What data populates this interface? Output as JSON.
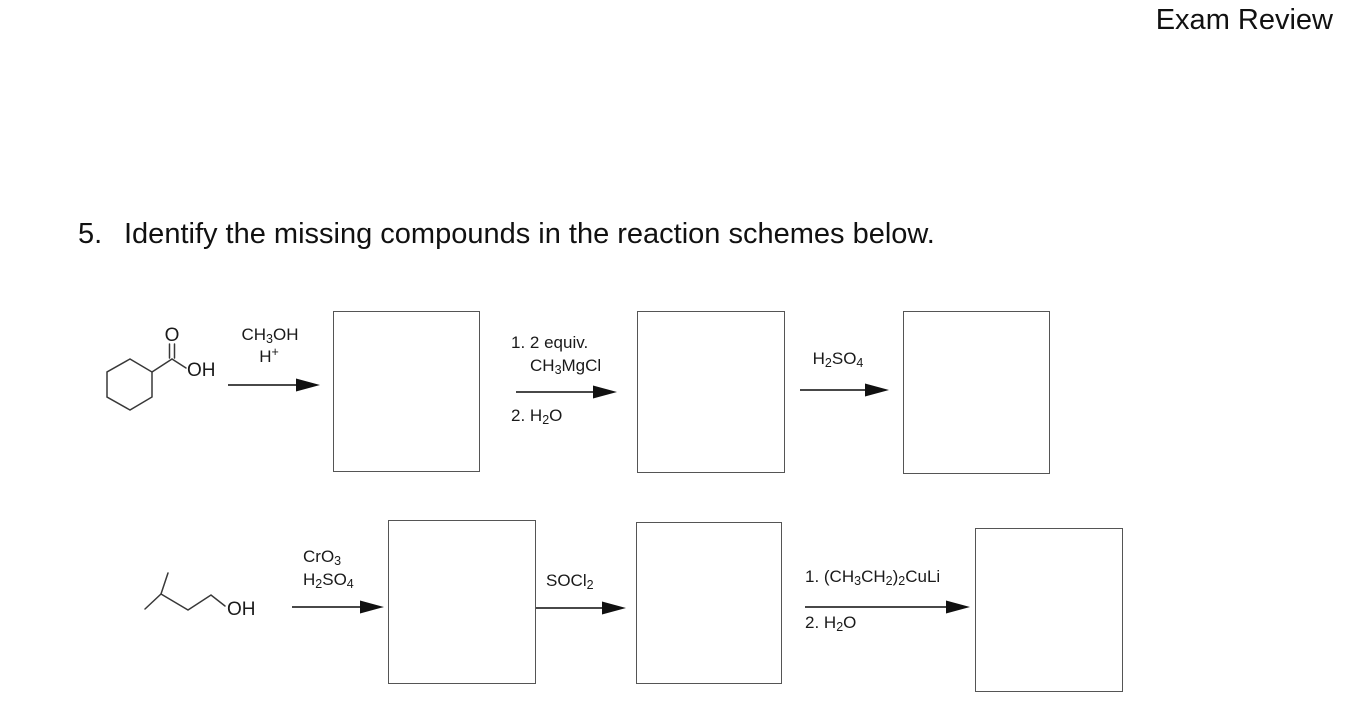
{
  "header": {
    "title": "Exam Review"
  },
  "question": {
    "number": "5.",
    "text": "Identify the missing compounds in the reaction schemes below."
  },
  "scheme1": {
    "start_structure_labels": {
      "carbonyl_o": "O",
      "acid_oh": "OH"
    },
    "step1": {
      "reagent_top": [
        [
          "CH"
        ],
        [
          "3",
          "sub"
        ],
        [
          "OH"
        ]
      ],
      "reagent_bottom": [
        [
          "H"
        ],
        [
          "+",
          "sup"
        ]
      ]
    },
    "step2": {
      "line1": [
        [
          "1. 2 equiv."
        ]
      ],
      "line2": [
        [
          "CH"
        ],
        [
          "3",
          "sub"
        ],
        [
          "MgCl"
        ]
      ],
      "line3": [
        [
          "2. H"
        ],
        [
          "2",
          "sub"
        ],
        [
          "O"
        ]
      ]
    },
    "step3": {
      "reagent": [
        [
          "H"
        ],
        [
          "2",
          "sub"
        ],
        [
          "SO"
        ],
        [
          "4",
          "sub"
        ]
      ]
    }
  },
  "scheme2": {
    "start_structure_labels": {
      "alcohol_oh": "OH"
    },
    "step1": {
      "line1": [
        [
          "CrO"
        ],
        [
          "3",
          "sub"
        ]
      ],
      "line2": [
        [
          "H"
        ],
        [
          "2",
          "sub"
        ],
        [
          "SO"
        ],
        [
          "4",
          "sub"
        ]
      ]
    },
    "step2": {
      "reagent": [
        [
          "SOCl"
        ],
        [
          "2",
          "sub"
        ]
      ]
    },
    "step3": {
      "line1": [
        [
          "1. (CH"
        ],
        [
          "3",
          "sub"
        ],
        [
          "CH"
        ],
        [
          "2",
          "sub"
        ],
        [
          ")"
        ],
        [
          "2",
          "sub"
        ],
        [
          "CuLi"
        ]
      ],
      "line2": [
        [
          "2. H"
        ],
        [
          "2",
          "sub"
        ],
        [
          "O"
        ]
      ]
    }
  }
}
